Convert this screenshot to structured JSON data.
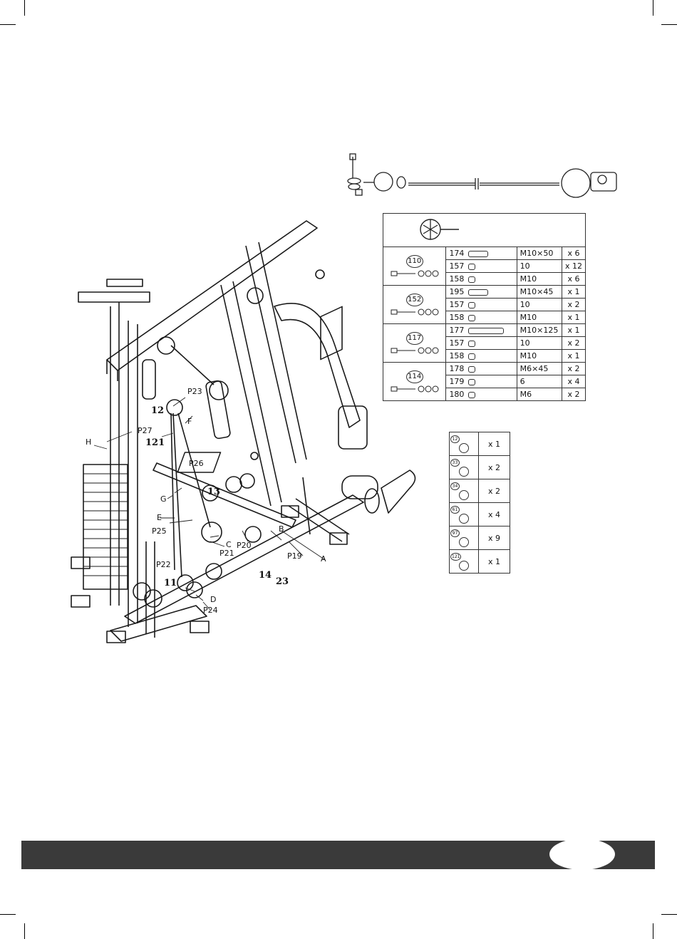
{
  "callouts": {
    "part_12": "12",
    "part_121": "121",
    "part_13": "13",
    "part_11": "11",
    "part_14": "14",
    "part_23": "23",
    "p23": "P23",
    "p27": "P27",
    "p26": "P26",
    "p25": "P25",
    "p22": "P22",
    "p24": "P24",
    "p21": "P21",
    "p20": "P20",
    "p19": "P19",
    "a": "A",
    "b": "B",
    "c": "C",
    "d": "D",
    "e": "E",
    "f": "F",
    "g": "G",
    "h": "H"
  },
  "hardware_table": {
    "groups": [
      {
        "id": "110",
        "rows": [
          {
            "part": "174",
            "size": "M10×50",
            "qty": "x 6"
          },
          {
            "part": "157",
            "size": "10",
            "qty": "x 12"
          },
          {
            "part": "158",
            "size": "M10",
            "qty": "x 6"
          }
        ]
      },
      {
        "id": "152",
        "rows": [
          {
            "part": "195",
            "size": "M10×45",
            "qty": "x 1"
          },
          {
            "part": "157",
            "size": "10",
            "qty": "x 2"
          },
          {
            "part": "158",
            "size": "M10",
            "qty": "x 1"
          }
        ]
      },
      {
        "id": "117",
        "rows": [
          {
            "part": "177",
            "size": "M10×125",
            "qty": "x 1"
          },
          {
            "part": "157",
            "size": "10",
            "qty": "x 2"
          },
          {
            "part": "158",
            "size": "M10",
            "qty": "x 1"
          }
        ]
      },
      {
        "id": "114",
        "rows": [
          {
            "part": "178",
            "size": "M6×45",
            "qty": "x 2"
          },
          {
            "part": "179",
            "size": "6",
            "qty": "x 4"
          },
          {
            "part": "180",
            "size": "M6",
            "qty": "x 2"
          }
        ]
      }
    ]
  },
  "parts_table": {
    "rows": [
      {
        "part": "12",
        "qty": "x 1"
      },
      {
        "part": "33",
        "qty": "x 2"
      },
      {
        "part": "34",
        "qty": "x 2"
      },
      {
        "part": "61",
        "qty": "x 4"
      },
      {
        "part": "97",
        "qty": "x 9"
      },
      {
        "part": "121",
        "qty": "x 1"
      }
    ]
  }
}
